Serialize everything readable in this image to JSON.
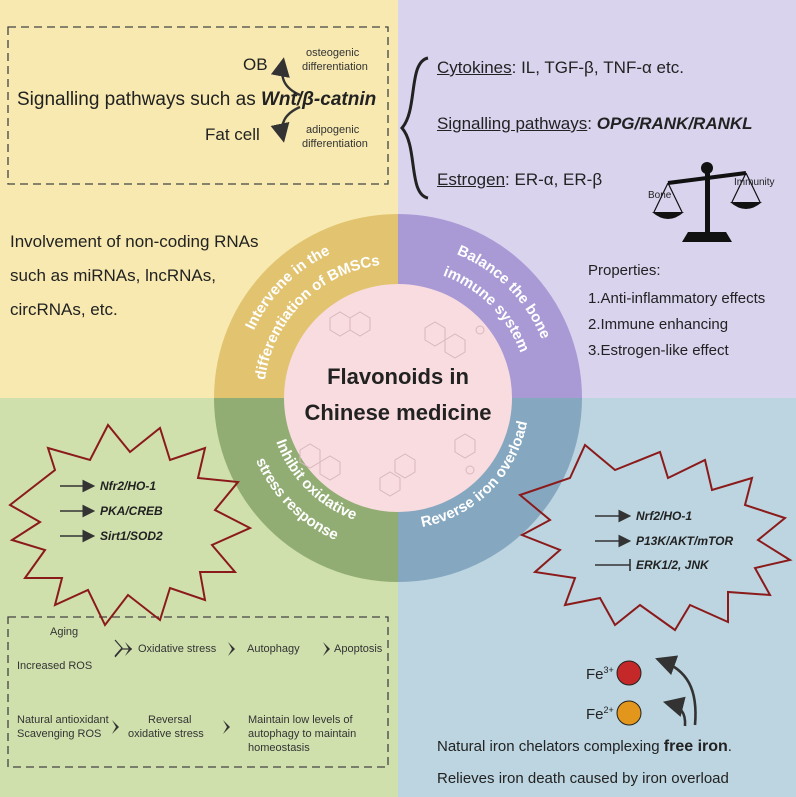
{
  "center": {
    "title_line1": "Flavonoids in",
    "title_line2": "Chinese medicine"
  },
  "ring": {
    "top_left_line1": "Intervene in the",
    "top_left_line2": "differentiation of BMSCs",
    "top_right_line1": "Balance the bone",
    "top_right_line2": "immune system",
    "bottom_left_line1": "Inhibit oxidative",
    "bottom_left_line2": "stress response",
    "bottom_right": "Reverse iron overload"
  },
  "top_left": {
    "ob": "OB",
    "osteo_line1": "osteogenic",
    "osteo_line2": "differentiation",
    "signalling_prefix": "Signalling pathways such as ",
    "signalling_pathway": "Wnt/β-catnin",
    "fat_cell": "Fat cell",
    "adipo_line1": "adipogenic",
    "adipo_line2": "differentiation",
    "noncoding_line1": "Involvement of non-coding RNAs",
    "noncoding_line2": "such as miRNAs, lncRNAs,",
    "noncoding_line3": "circRNAs, etc."
  },
  "top_right": {
    "cytokines_label": "Cytokines",
    "cytokines_text": ": IL, TGF-β, TNF-α etc.",
    "signalling_label": "Signalling pathways",
    "signalling_colon": ": ",
    "signalling_value": "OPG/RANK/RANKL",
    "estrogen_label": "Estrogen",
    "estrogen_text": ": ER-α, ER-β",
    "scale_left": "Bone",
    "scale_right": "Immunity",
    "properties_title": "Properties:",
    "properties": [
      "1.Anti-inflammatory effects",
      "2.Immune enhancing",
      "3.Estrogen-like effect"
    ]
  },
  "bottom_left": {
    "pathways": [
      "Nfr2/HO-1",
      "PKA/CREB",
      "Sirt1/SOD2"
    ],
    "aging": "Aging",
    "increased_ros": "Increased ROS",
    "oxidative_stress": "Oxidative stress",
    "autophagy": "Autophagy",
    "apoptosis": "Apoptosis",
    "natural_antioxidant": "Natural antioxidant",
    "scavenging_ros": "Scavenging ROS",
    "reversal": "Reversal",
    "reversal_line2": "oxidative stress",
    "maintain_line1": "Maintain low levels of",
    "maintain_line2": "autophagy to maintain",
    "maintain_line3": "homeostasis"
  },
  "bottom_right": {
    "pathways": [
      "Nrf2/HO-1",
      "P13K/AKT/mTOR",
      "ERK1/2, JNK"
    ],
    "fe3_base": "Fe",
    "fe3_sup": "3+",
    "fe2_base": "Fe",
    "fe2_sup": "2+",
    "chelators_prefix": "Natural iron chelators complexing ",
    "chelators_bold": "free iron",
    "chelators_suffix": ".",
    "relieves": "Relieves iron death caused by iron overload"
  },
  "colors": {
    "yellow_quadrant": "#f7e9b0",
    "purple_quadrant": "#d9d3ee",
    "green_quadrant": "#cfe0ad",
    "blue_quadrant": "#bcd5e0",
    "ring_yellow": "#e2c470",
    "ring_purple": "#a99ad6",
    "ring_green": "#92ad74",
    "ring_blue": "#86a7c0",
    "center_pink": "#f8dcdf",
    "burst_outline": "#8b1a1a",
    "fe3_ball": "#c42828",
    "fe2_ball": "#e3961c"
  }
}
